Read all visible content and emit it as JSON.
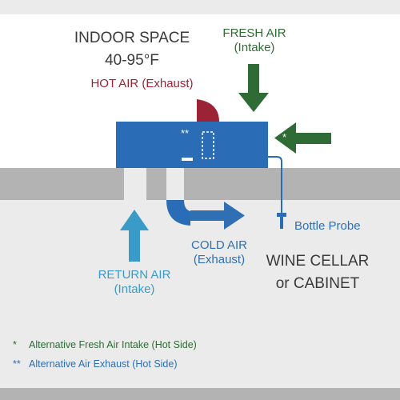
{
  "colors": {
    "page_background": "#ebebeb",
    "band": "#b3b3b3",
    "unit_blue": "#2a6db6",
    "fresh_air_green": "#2f6b35",
    "hot_air_maroon": "#9b2335",
    "cold_air_blue": "#2f6fb3",
    "return_air_blue": "#3a9bc8",
    "text_dark": "#3a3a3a"
  },
  "indoor": {
    "title": "INDOOR SPACE",
    "temp_range": "40-95°F"
  },
  "hot_air": {
    "label": "HOT AIR (Exhaust)"
  },
  "fresh_air": {
    "line1": "FRESH AIR",
    "line2": "(Intake)"
  },
  "unit": {
    "double_marker": "**",
    "single_marker": "*"
  },
  "bottle_probe": {
    "label": "Bottle Probe"
  },
  "cold_air": {
    "line1": "COLD AIR",
    "line2": "(Exhaust)"
  },
  "return_air": {
    "line1": "RETURN AIR",
    "line2": "(Intake)"
  },
  "cellar": {
    "line1": "WINE CELLAR",
    "line2": "or CABINET"
  },
  "legend": {
    "items": [
      {
        "marker": "*",
        "text": "Alternative Fresh Air Intake (Hot Side)",
        "color": "#2f6b35"
      },
      {
        "marker": "**",
        "text": "Alternative Air Exhaust (Hot Side)",
        "color": "#2f6fb3"
      }
    ]
  }
}
